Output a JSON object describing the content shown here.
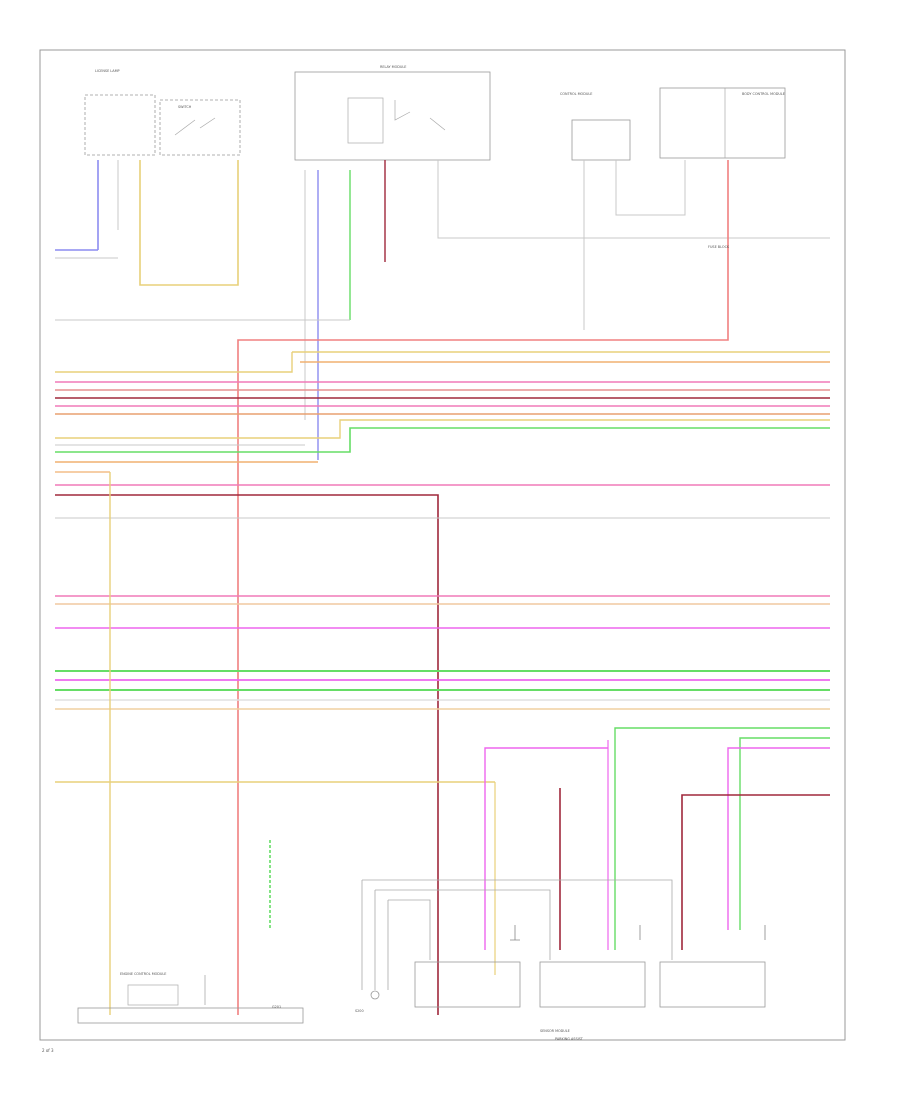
{
  "page_number": "2 of 3",
  "components": {
    "license_lamp": "LICENSE LAMP",
    "switch_left": "SWITCH",
    "relay_module": "RELAY MODULE",
    "control_module": "CONTROL MODULE",
    "bcm": "BODY CONTROL MODULE",
    "fuse_block": "FUSE BLOCK",
    "engine_module": "ENGINE CONTROL MODULE",
    "sensor_module": "SENSOR MODULE",
    "ground": "G201",
    "splice": "S200",
    "footnote": "PARKING ASSIST"
  },
  "wire_colors": {
    "yellow": "#e8d07a",
    "pink": "#f07ab8",
    "dark_red": "#a0283c",
    "red": "#f08080",
    "green": "#66dd66",
    "blue": "#8c8cf0",
    "magenta": "#ee66ee",
    "gray": "#c8c8c8",
    "orange": "#f0b070"
  }
}
